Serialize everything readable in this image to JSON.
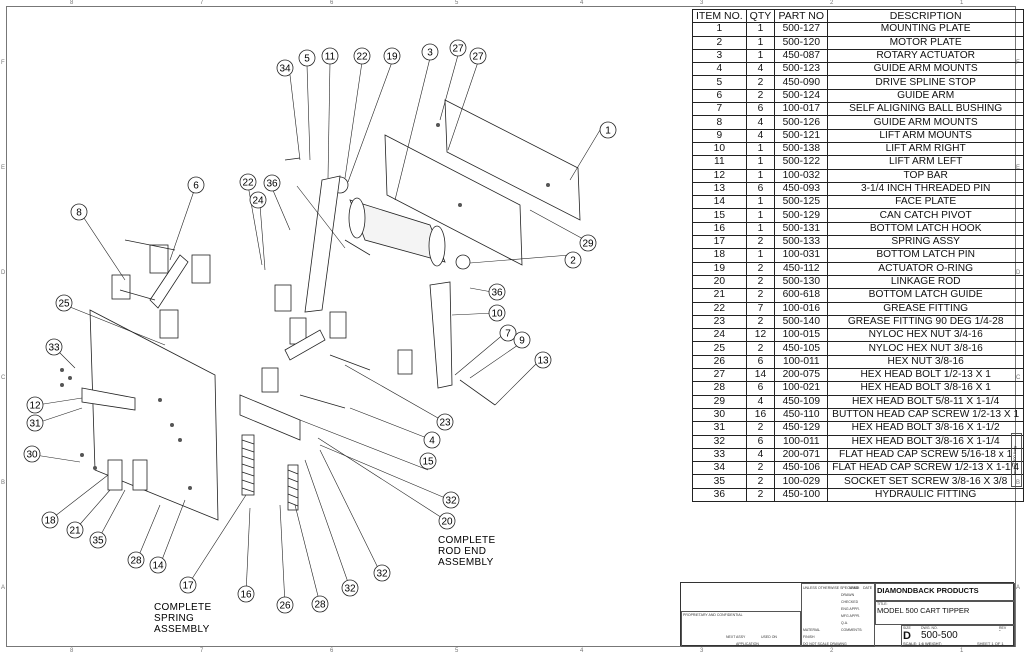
{
  "bom": {
    "headers": [
      "ITEM NO.",
      "QTY",
      "PART NO",
      "DESCRIPTION"
    ],
    "rows": [
      [
        "1",
        "1",
        "500-127",
        "MOUNTING PLATE"
      ],
      [
        "2",
        "1",
        "500-120",
        "MOTOR PLATE"
      ],
      [
        "3",
        "1",
        "450-087",
        "ROTARY ACTUATOR"
      ],
      [
        "4",
        "4",
        "500-123",
        "GUIDE ARM MOUNTS"
      ],
      [
        "5",
        "2",
        "450-090",
        "DRIVE SPLINE STOP"
      ],
      [
        "6",
        "2",
        "500-124",
        "GUIDE ARM"
      ],
      [
        "7",
        "6",
        "100-017",
        "SELF ALIGNING BALL BUSHING"
      ],
      [
        "8",
        "4",
        "500-126",
        "GUIDE ARM MOUNTS"
      ],
      [
        "9",
        "4",
        "500-121",
        "LIFT ARM MOUNTS"
      ],
      [
        "10",
        "1",
        "500-138",
        "LIFT ARM RIGHT"
      ],
      [
        "11",
        "1",
        "500-122",
        "LIFT ARM LEFT"
      ],
      [
        "12",
        "1",
        "100-032",
        "TOP BAR"
      ],
      [
        "13",
        "6",
        "450-093",
        "3-1/4 INCH THREADED PIN"
      ],
      [
        "14",
        "1",
        "500-125",
        "FACE PLATE"
      ],
      [
        "15",
        "1",
        "500-129",
        "CAN CATCH PIVOT"
      ],
      [
        "16",
        "1",
        "500-131",
        "BOTTOM LATCH HOOK"
      ],
      [
        "17",
        "2",
        "500-133",
        "SPRING ASSY"
      ],
      [
        "18",
        "1",
        "100-031",
        "BOTTOM LATCH PIN"
      ],
      [
        "19",
        "2",
        "450-112",
        "ACTUATOR O-RING"
      ],
      [
        "20",
        "2",
        "500-130",
        "LINKAGE ROD"
      ],
      [
        "21",
        "2",
        "600-618",
        "BOTTOM LATCH GUIDE"
      ],
      [
        "22",
        "7",
        "100-016",
        "GREASE FITTING"
      ],
      [
        "23",
        "2",
        "500-140",
        "GREASE FITTING 90 DEG 1/4-28"
      ],
      [
        "24",
        "12",
        "100-015",
        "NYLOC HEX NUT 3/4-16"
      ],
      [
        "25",
        "2",
        "450-105",
        "NYLOC HEX NUT 3/8-16"
      ],
      [
        "26",
        "6",
        "100-011",
        "HEX NUT 3/8-16"
      ],
      [
        "27",
        "14",
        "200-075",
        "HEX HEAD BOLT 1/2-13 X 1"
      ],
      [
        "28",
        "6",
        "100-021",
        "HEX HEAD BOLT 3/8-16 X 1"
      ],
      [
        "29",
        "4",
        "450-109",
        "HEX HEAD BOLT 5/8-11 X 1-1/4"
      ],
      [
        "30",
        "16",
        "450-110",
        "BUTTON HEAD CAP SCREW 1/2-13 X 1"
      ],
      [
        "31",
        "2",
        "450-129",
        "HEX HEAD BOLT 3/8-16 X 1-1/2"
      ],
      [
        "32",
        "6",
        "100-011",
        "HEX HEAD BOLT 3/8-16 X 1-1/4"
      ],
      [
        "33",
        "4",
        "200-071",
        "FLAT HEAD CAP SCREW 5/16-18 x 1"
      ],
      [
        "34",
        "2",
        "450-106",
        "FLAT HEAD CAP SCREW 1/2-13 X 1-1/4"
      ],
      [
        "35",
        "2",
        "100-029",
        "SOCKET SET SCREW 3/8-16 X 3/8"
      ],
      [
        "36",
        "2",
        "450-100",
        "HYDRAULIC FITTING"
      ]
    ]
  },
  "notes": {
    "spring_assembly": [
      "COMPLETE",
      "SPRING",
      "ASSEMBLY"
    ],
    "rod_end_assembly": [
      "COMPLETE",
      "ROD END",
      "ASSEMBLY"
    ]
  },
  "title_block": {
    "company": "DIAMONDBACK PRODUCTS",
    "title": "MODEL 500 CART TIPPER",
    "size": "D",
    "dwg_no": "500-500",
    "rev": "-",
    "scale": "SCALE: 1:6   WEIGHT:",
    "sheet": "SHEET 1 OF 1",
    "labels": [
      "UNLESS OTHERWISE SPECIFIED:",
      "NAME",
      "DATE",
      "DRAWN",
      "CHECKED",
      "ENG APPR.",
      "MFG APPR.",
      "Q.A.",
      "COMMENTS:",
      "TITLE:",
      "SIZE",
      "DWG. NO.",
      "REV",
      "PROPRIETARY AND CONFIDENTIAL",
      "NEXT ASSY",
      "USED ON",
      "APPLICATION",
      "FINISH",
      "MATERIAL",
      "DO NOT SCALE DRAWING"
    ]
  },
  "side_tab": "model 500 Assy",
  "zones": {
    "columns": [
      "8",
      "7",
      "6",
      "5",
      "4",
      "3",
      "2",
      "1"
    ],
    "rows": [
      "F",
      "E",
      "D",
      "C",
      "B",
      "A"
    ]
  }
}
